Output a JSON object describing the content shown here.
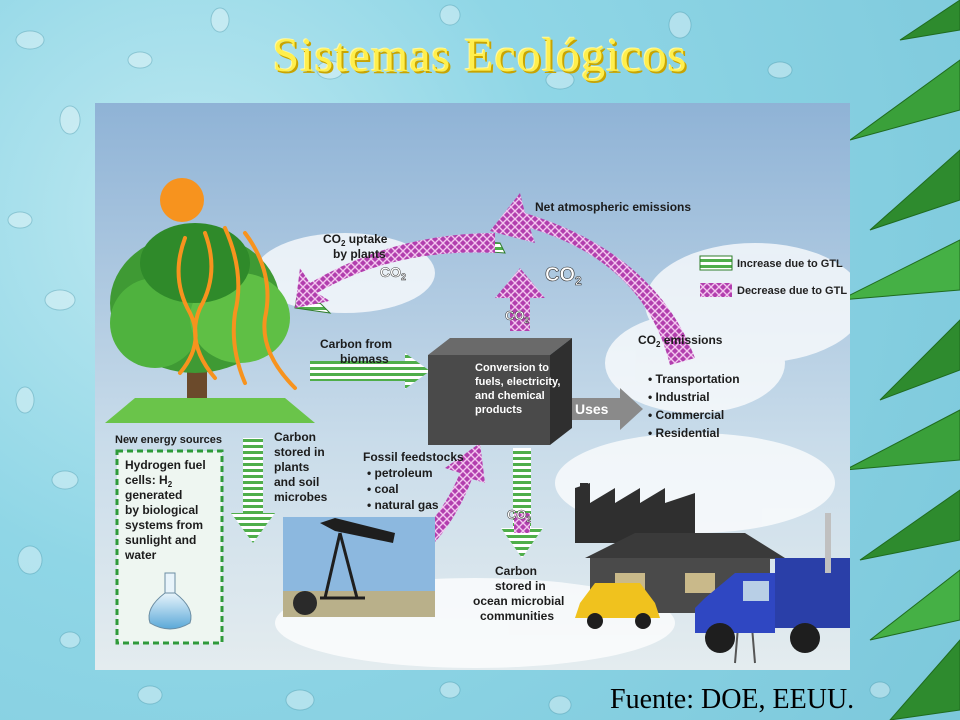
{
  "title": "Sistemas Ecológicos",
  "source": "Fuente: DOE, EEUU.",
  "diagram": {
    "uptake_line1": "CO",
    "uptake_sub": "2",
    "uptake_line1_rest": " uptake",
    "uptake_line2": "by plants",
    "net_emissions": "Net atmospheric emissions",
    "co2_main": "CO",
    "co2_sub": "2",
    "legend_increase": "Increase due to GTL",
    "legend_decrease": "Decrease due to GTL",
    "carbon_biomass_1": "Carbon from",
    "carbon_biomass_2": "biomass",
    "conversion_1": "Conversion to",
    "conversion_2": "fuels, electricity,",
    "conversion_3": "and chemical",
    "conversion_4": "products",
    "uses": "Uses",
    "co2_emissions_rest": " emissions",
    "emission_items": [
      "• Transportation",
      "• Industrial",
      "• Commercial",
      "• Residential"
    ],
    "new_energy": "New energy sources",
    "hydrogen_lines": [
      "Hydrogen fuel",
      "cells: H",
      "generated",
      "by biological",
      "systems from",
      "sunlight and",
      "water"
    ],
    "carbon_stored_lines": [
      "Carbon",
      "stored in",
      "plants",
      "and soil",
      "microbes"
    ],
    "fossil_title": "Fossil feedstocks",
    "fossil_items": [
      "• petroleum",
      "• coal",
      "• natural gas"
    ],
    "ocean_lines": [
      "Carbon",
      "stored in",
      "ocean microbial",
      "communities"
    ]
  },
  "colors": {
    "title": "#ffef4d",
    "green_arrow": "#4fae4a",
    "purple_arrow": "#b23fae",
    "box": "#4a4a4a",
    "sun": "#f7931e"
  }
}
